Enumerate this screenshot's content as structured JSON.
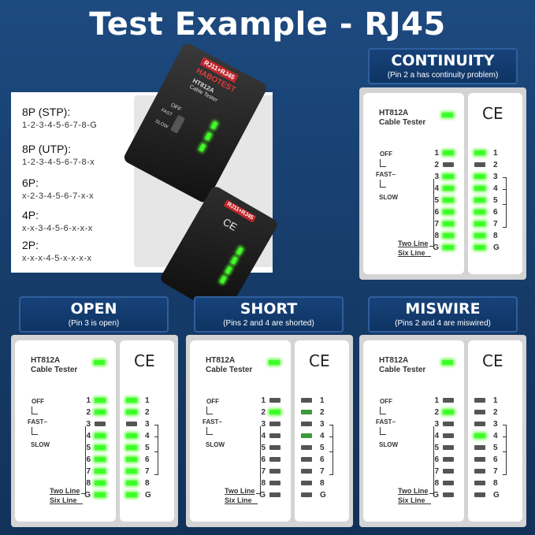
{
  "title": "Test Example - RJ45",
  "model": "HT812A",
  "model2": "Cable Tester",
  "switch": {
    "off": "OFF",
    "fast": "FAST–",
    "slow": "SLOW"
  },
  "two_line": "Two Line",
  "six_line": "Six Line",
  "ce": "CE",
  "pin_labels": [
    "1",
    "2",
    "3",
    "4",
    "5",
    "6",
    "7",
    "8",
    "G"
  ],
  "pin_types": [
    {
      "title": "8P (STP):",
      "value": "1-2-3-4-5-6-7-8-G"
    },
    {
      "title": "8P (UTP):",
      "value": "1-2-3-4-5-6-7-8-x"
    },
    {
      "title": "6P:",
      "value": "x-2-3-4-5-6-7-x-x"
    },
    {
      "title": "4P:",
      "value": "x-x-3-4-5-6-x-x-x"
    },
    {
      "title": "2P:",
      "value": "x-x-x-4-5-x-x-x-x"
    }
  ],
  "device": {
    "brand": "HABOTEST",
    "model": "HT812A",
    "sub": "Cable Tester",
    "label": "RJ11+RJ45",
    "switch_off": "OFF",
    "switch_fast": "FAST",
    "switch_slow": "SLOW"
  },
  "tests": [
    {
      "name": "CONTINUITY",
      "desc": "(Pin 2 a has continuity problem)",
      "left": [
        "on",
        "off",
        "on",
        "on",
        "on",
        "on",
        "on",
        "on",
        "on"
      ],
      "right": [
        "on",
        "off",
        "on",
        "on",
        "on",
        "on",
        "on",
        "on",
        "on"
      ]
    },
    {
      "name": "OPEN",
      "desc": "(Pin 3 is open)",
      "left": [
        "on",
        "on",
        "off",
        "on",
        "on",
        "on",
        "on",
        "on",
        "on"
      ],
      "right": [
        "on",
        "on",
        "off",
        "on",
        "on",
        "on",
        "on",
        "on",
        "on"
      ]
    },
    {
      "name": "SHORT",
      "desc": "(Pins 2 and 4 are shorted)",
      "left": [
        "off",
        "on",
        "off",
        "off",
        "off",
        "off",
        "off",
        "off",
        "off"
      ],
      "right": [
        "off",
        "dim",
        "off",
        "dim",
        "off",
        "off",
        "off",
        "off",
        "off"
      ]
    },
    {
      "name": "MISWIRE",
      "desc": "(Pins 2 and 4 are miswired)",
      "left": [
        "off",
        "on",
        "off",
        "off",
        "off",
        "off",
        "off",
        "off",
        "off"
      ],
      "right": [
        "off",
        "off",
        "off",
        "on",
        "off",
        "off",
        "off",
        "off",
        "off"
      ]
    }
  ],
  "colors": {
    "background": "#1d4a80",
    "led_on": "#3dff2a",
    "led_off": "#555555",
    "header": "#0f3463"
  }
}
